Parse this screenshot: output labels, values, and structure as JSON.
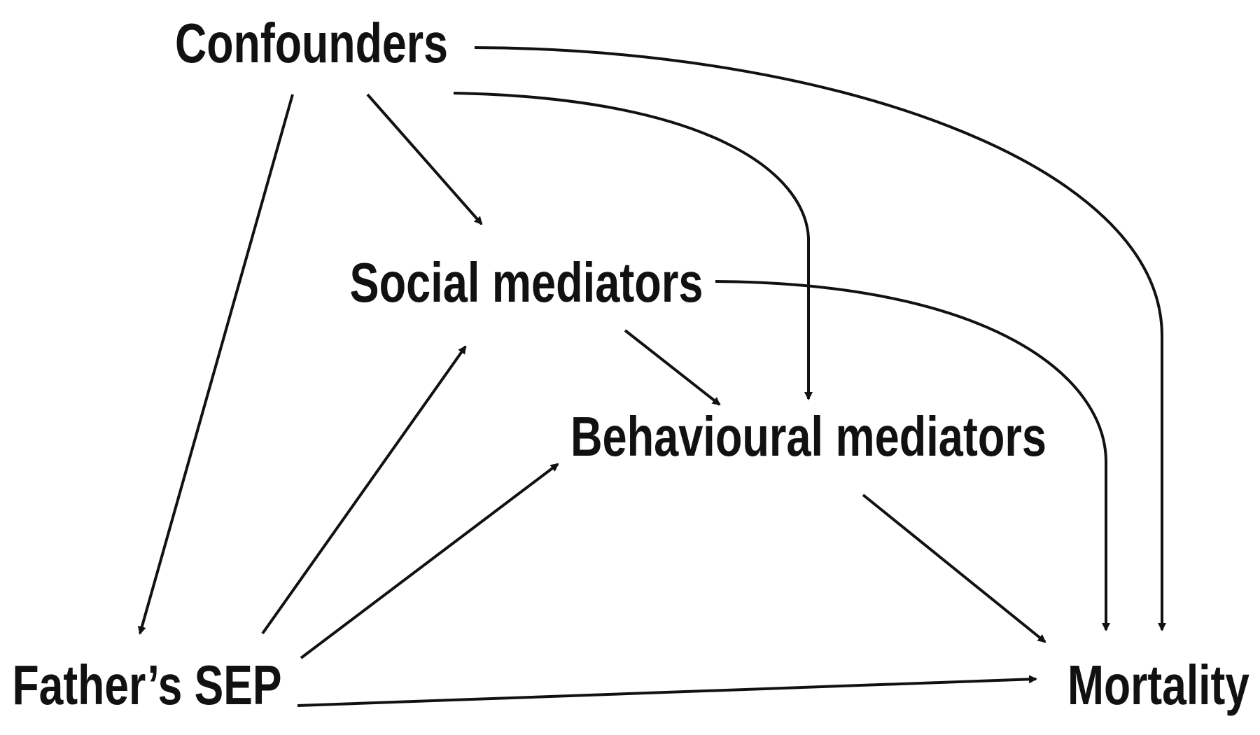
{
  "nodes": {
    "confounders": {
      "label": "Confounders"
    },
    "social_mediators": {
      "label": "Social mediators"
    },
    "behavioural_mediators": {
      "label": "Behavioural mediators"
    },
    "fathers_sep": {
      "label": "Father’s SEP"
    },
    "mortality": {
      "label": "Mortality"
    }
  },
  "edges": [
    {
      "from": "confounders",
      "to": "fathers_sep"
    },
    {
      "from": "confounders",
      "to": "social_mediators"
    },
    {
      "from": "confounders",
      "to": "behavioural_mediators"
    },
    {
      "from": "confounders",
      "to": "mortality"
    },
    {
      "from": "social_mediators",
      "to": "behavioural_mediators"
    },
    {
      "from": "social_mediators",
      "to": "mortality"
    },
    {
      "from": "behavioural_mediators",
      "to": "mortality"
    },
    {
      "from": "fathers_sep",
      "to": "social_mediators"
    },
    {
      "from": "fathers_sep",
      "to": "behavioural_mediators"
    },
    {
      "from": "fathers_sep",
      "to": "mortality"
    }
  ],
  "colors": {
    "ink": "#111111",
    "background": "#ffffff"
  }
}
